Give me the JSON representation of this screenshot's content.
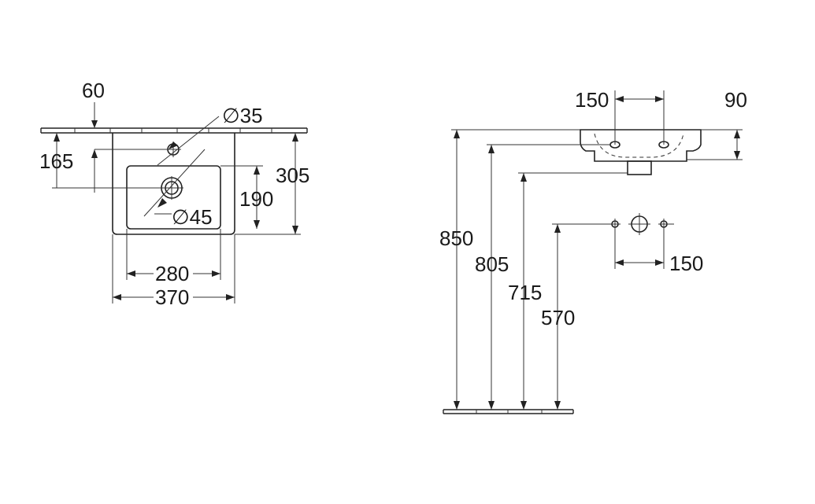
{
  "drawing": {
    "plan_view": {
      "dim_wall_thickness": "60",
      "dim_hole_offset": "165",
      "dim_tap_hole": "∅35",
      "dim_waste_hole": "∅45",
      "dim_depth": "305",
      "dim_bowl_depth": "190",
      "dim_bowl_width": "280",
      "dim_width": "370"
    },
    "side_view": {
      "dim_tap_spacing": "150",
      "dim_rim_height": "90",
      "dim_height_top": "850",
      "dim_height_tap": "805",
      "dim_height_trap": "715",
      "dim_height_supply": "570",
      "dim_supply_spacing": "150"
    }
  }
}
